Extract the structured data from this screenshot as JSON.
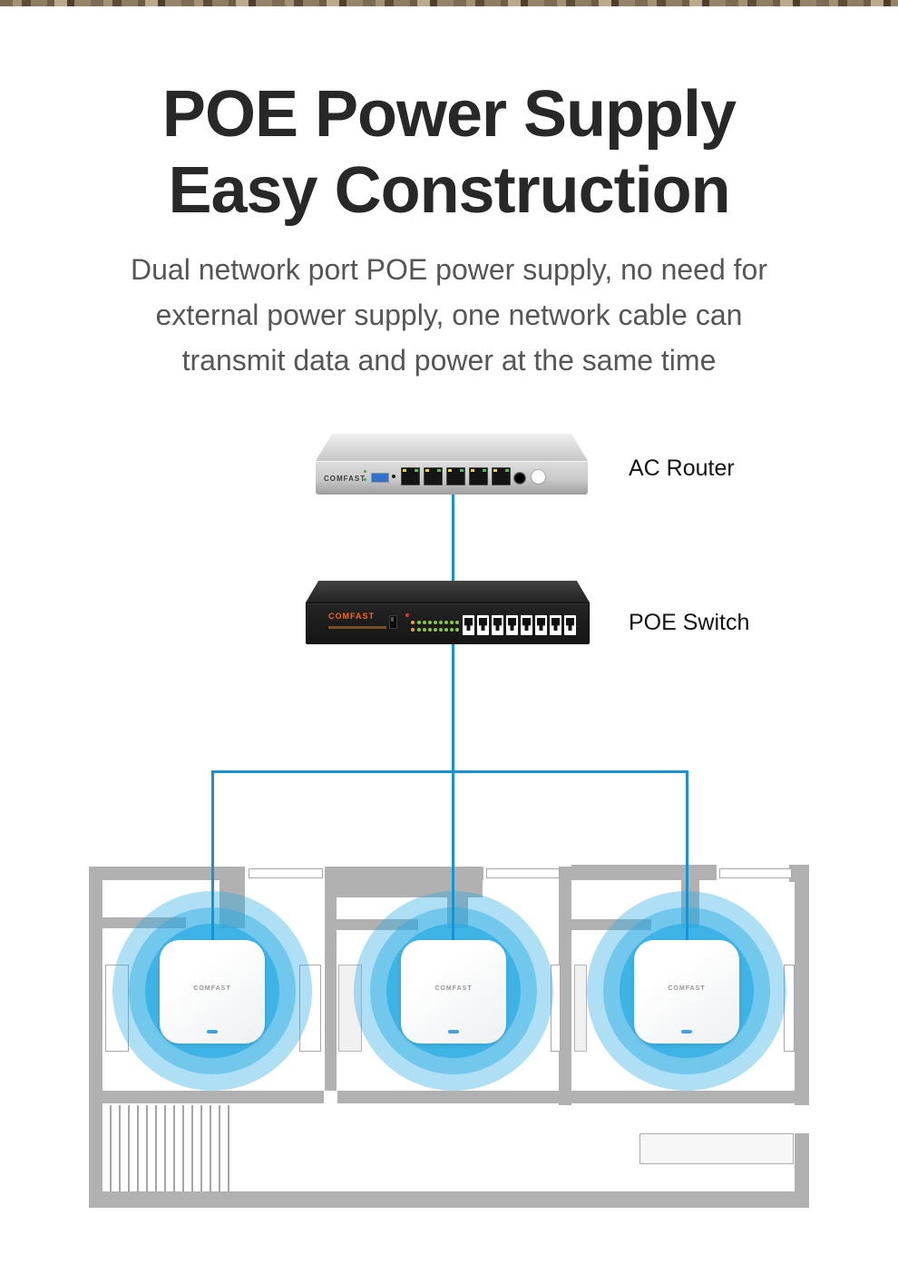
{
  "header": {
    "title_line1": "POE Power Supply",
    "title_line2": "Easy Construction",
    "subtitle_lines": [
      "Dual network port POE power supply, no need for",
      "external power supply, one network cable can",
      "transmit data and power at the same time"
    ]
  },
  "diagram": {
    "router": {
      "brand": "COMFAST",
      "label": "AC Router",
      "ethernet_ports": 5
    },
    "switch": {
      "brand": "COMFAST",
      "label": "POE Switch",
      "ethernet_ports": 8
    },
    "access_points": [
      {
        "brand": "COMFAST"
      },
      {
        "brand": "COMFAST"
      },
      {
        "brand": "COMFAST"
      }
    ],
    "colors": {
      "cable_blue": "#1793d2",
      "wifi_blue": "#29abe2",
      "wall_gray": "#b1b1b1",
      "brand_orange": "#f26822",
      "title_color": "#282828"
    }
  }
}
